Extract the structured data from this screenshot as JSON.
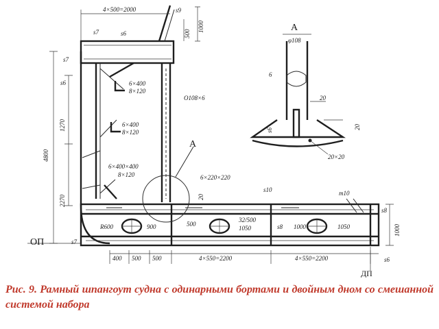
{
  "caption": "Рис. 9. Рамный шпангоут судна с одинарными бортами и двойным дном со смешанной системой набора",
  "labels": {
    "top_span": "4×500=2000",
    "s9": "s9",
    "d1000_top": "1000",
    "d500_top": "500",
    "s7_top": "s7",
    "s6_top": "s6",
    "s7_left": "s7",
    "s6_left": "s6",
    "prof1_a": "6×400",
    "prof1_b": "8×120",
    "prof2_a": "6×400",
    "prof2_b": "8×120",
    "prof3_a": "6×400×400",
    "prof3_b": "8×120",
    "pipe": "O108×6",
    "callout_A": "А",
    "plate": "6×220×220",
    "d4800": "4800",
    "d1270": "1270",
    "d2270": "2270",
    "d20_mid": "20",
    "s10": "s10",
    "t10": "т10",
    "s8_right": "s8",
    "d1000_right": "1000",
    "r600": "R600",
    "h900": "900",
    "h500": "500",
    "small_a": "32/500",
    "small_b": "1050",
    "s8_inner": "s8",
    "h1000": "1000",
    "h1050": "1050",
    "s7_bottom": "s7",
    "op": "ОП",
    "b400": "400",
    "b500a": "500",
    "b500b": "500",
    "b_span1": "4×550=2200",
    "b_span2": "4×550=2200",
    "s6_bottom": "s6",
    "dp": "ДП",
    "detail_title": "А",
    "detail_phi": "φ108",
    "detail_6": "6",
    "detail_20a": "20",
    "detail_20b": "20",
    "detail_s6": "s6",
    "detail_20x20": "20×20"
  }
}
